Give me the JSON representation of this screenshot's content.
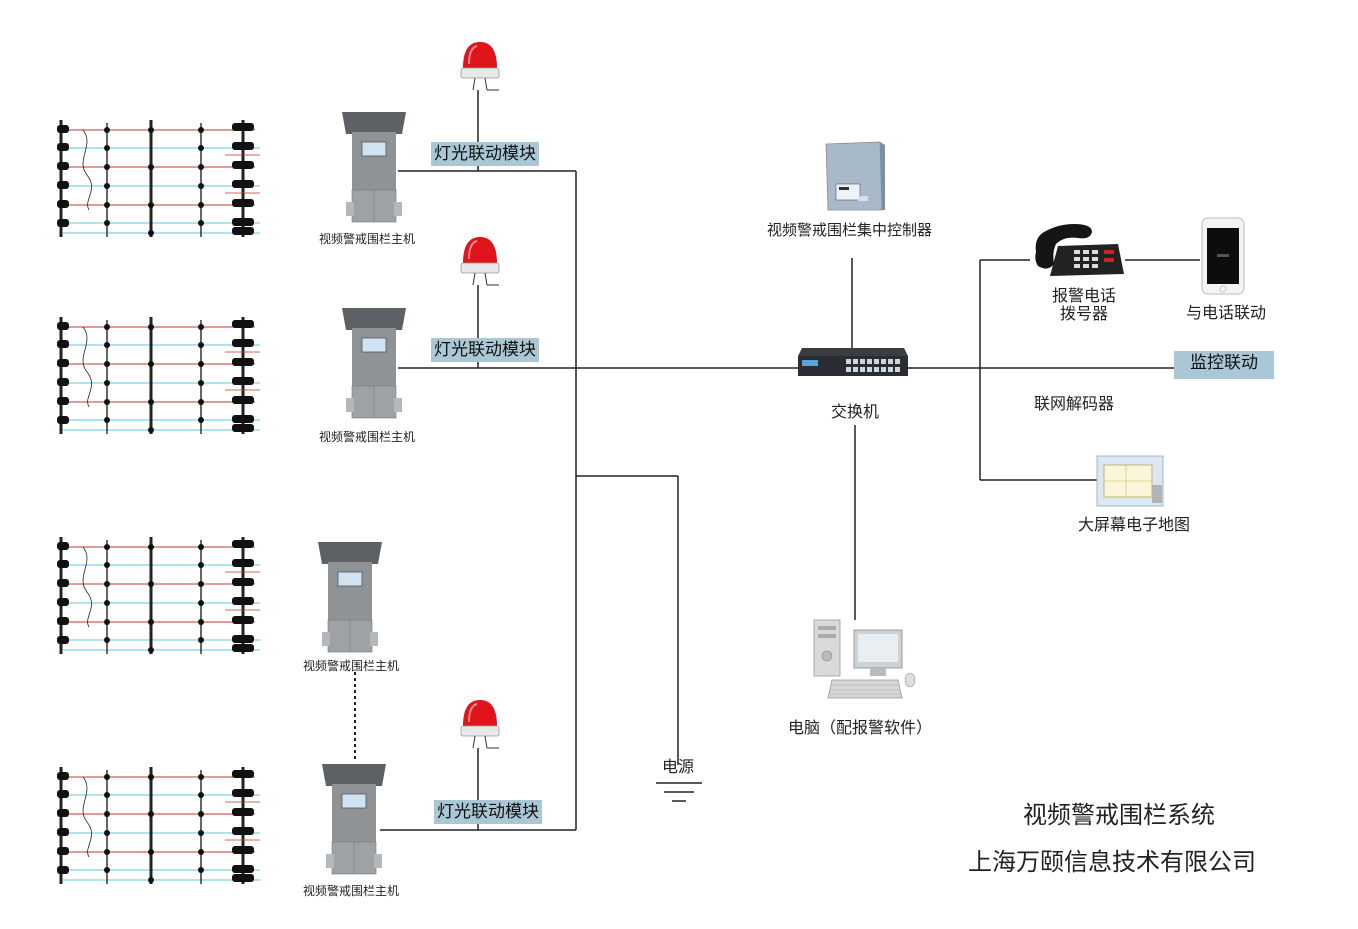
{
  "diagram": {
    "host_label": "视频警戒围栏主机",
    "light_module_label": "灯光联动模块",
    "controller_label": "视频警戒围栏集中控制器",
    "switch_label": "交换机",
    "power_label": "电源",
    "computer_label": "电脑（配报警软件）",
    "alarm_phone_line1": "报警电话",
    "alarm_phone_line2": "拨号器",
    "phone_link_label": "与电话联动",
    "monitor_link_label": "监控联动",
    "decoder_label": "联网解码器",
    "big_screen_label": "大屏幕电子地图",
    "title": "视频警戒围栏系统",
    "company": "上海万颐信息技术有限公司"
  },
  "colors": {
    "wire": "#222222",
    "tag_bg": "#a9c7d4",
    "beacon_red": "#e0151b",
    "host_gray": "#8f9396",
    "fence_red_line": "#c0392b",
    "fence_cyan_line": "#5bc8e0"
  }
}
